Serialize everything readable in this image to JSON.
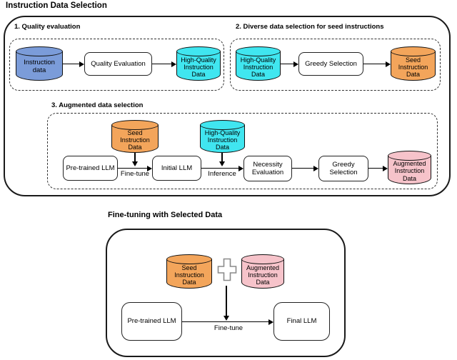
{
  "titles": {
    "main": "Instruction Data Selection",
    "bottom": "Fine-tuning with Selected Data"
  },
  "colors": {
    "blue": "#7B9CD9",
    "cyan": "#40E6F0",
    "orange": "#F3A55B",
    "pink": "#F6C3CA",
    "box_fill": "#FFFFFF",
    "line": "#000000",
    "plus_outline": "#8A8A8A"
  },
  "section1": {
    "label": "1. Quality evaluation",
    "cyl_input": "Instruction data",
    "box_quality": "Quality Evaluation",
    "cyl_hq": "High-Quality Instruction Data"
  },
  "section2": {
    "label": "2. Diverse data selection for seed instructions",
    "cyl_hq": "High-Quality Instruction Data",
    "box_greedy": "Greedy Selection",
    "cyl_seed": "Seed Instruction Data"
  },
  "section3": {
    "label": "3. Augmented data selection",
    "cyl_seed": "Seed Instruction Data",
    "cyl_hq": "High-Quality Instruction Data",
    "box_pretrained": "Pre-trained LLM",
    "edge_finetune": "Fine-tune",
    "box_initial": "Initial LLM",
    "edge_inference": "Inference",
    "box_necessity": "Necessity Evaluation",
    "box_greedy": "Greedy Selection",
    "cyl_augmented": "Augmented Instruction Data"
  },
  "bottom": {
    "cyl_seed": "Seed Instruction Data",
    "plus_icon": "plus-icon",
    "cyl_augmented": "Augmented Instruction Data",
    "box_pretrained": "Pre-trained LLM",
    "edge_finetune": "Fine-tune",
    "box_final": "Final LLM"
  }
}
